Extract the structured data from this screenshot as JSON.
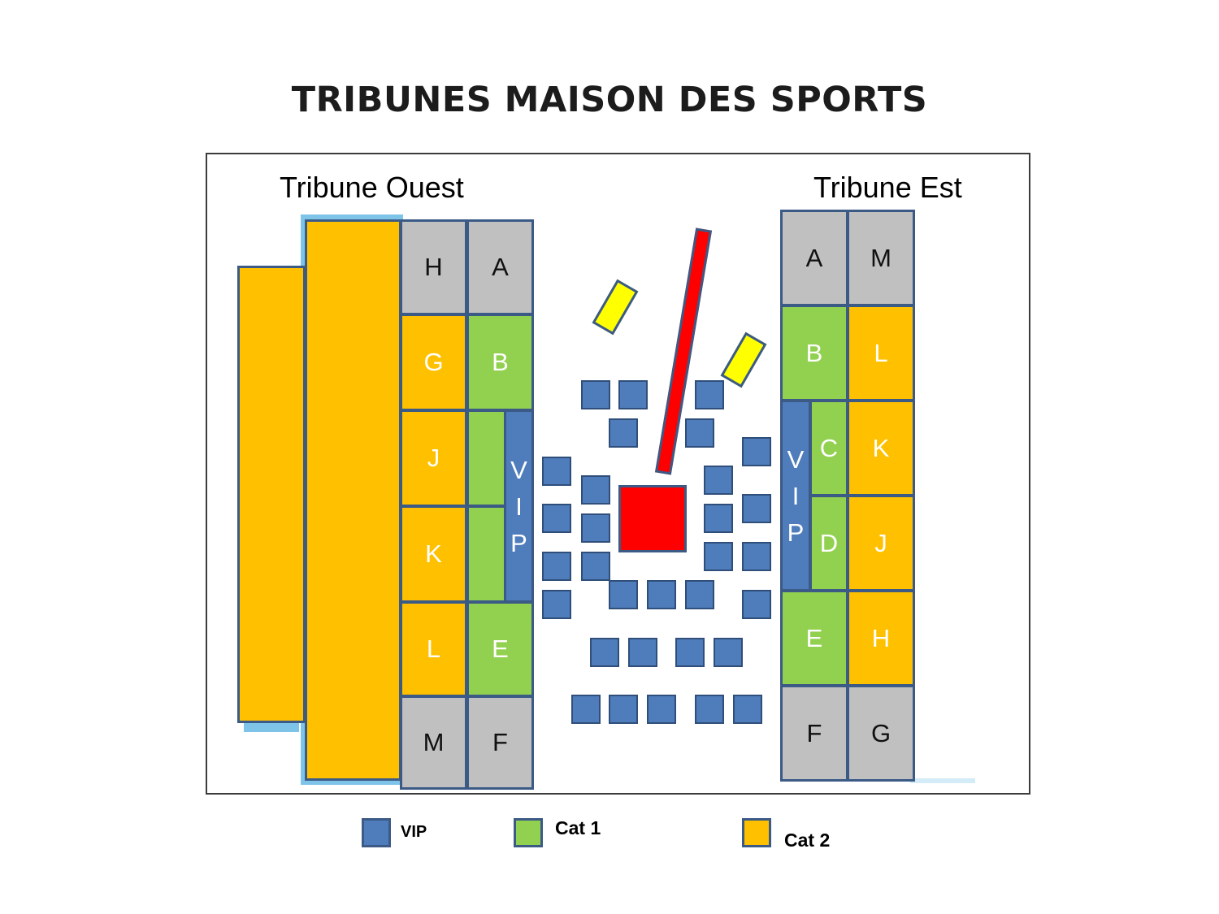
{
  "title": "TRIBUNES MAISON DES SPORTS",
  "tribune_ouest": {
    "label": "Tribune Ouest",
    "sections": {
      "h": "H",
      "a": "A",
      "g": "G",
      "b": "B",
      "j": "J",
      "k": "K",
      "l": "L",
      "e": "E",
      "m": "M",
      "f": "F",
      "vip": [
        "V",
        "I",
        "P"
      ]
    }
  },
  "tribune_est": {
    "label": "Tribune Est",
    "sections": {
      "a": "A",
      "m": "M",
      "b": "B",
      "l": "L",
      "c": "C",
      "k": "K",
      "d": "D",
      "j": "J",
      "e": "E",
      "h": "H",
      "f": "F",
      "g": "G",
      "vip": [
        "V",
        "I",
        "P"
      ]
    }
  },
  "legend": {
    "vip": "VIP",
    "cat1": "Cat 1",
    "cat2": "Cat 2"
  },
  "colors": {
    "vip": "#4f7cba",
    "cat1": "#92d050",
    "cat2": "#ffc000",
    "unassigned": "#c0c0c0",
    "stage": "#ff0000",
    "camera": "#ffff00"
  }
}
